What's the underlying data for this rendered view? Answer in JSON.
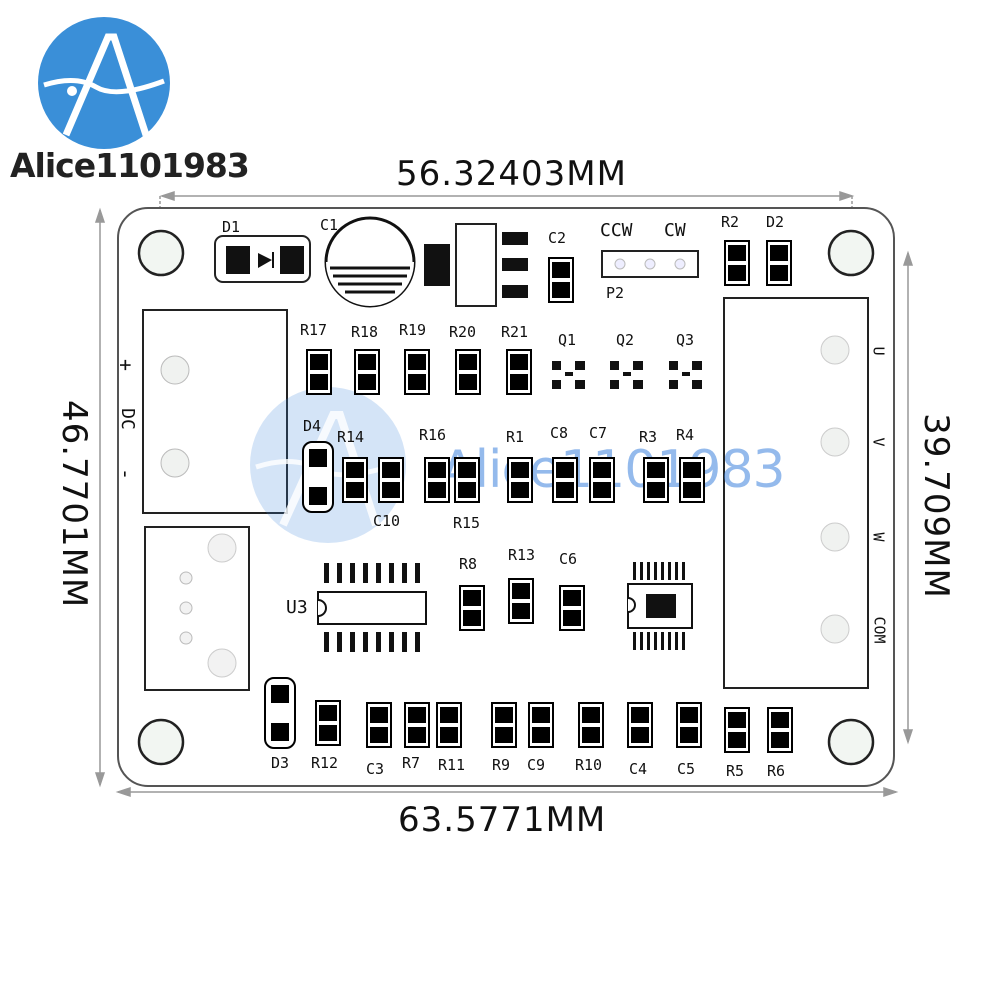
{
  "watermark": {
    "brand": "Alice1101983"
  },
  "dimensions": {
    "top": "56.32403MM",
    "bottom": "63.5771MM",
    "left": "46.7701MM",
    "right": "39.709MM"
  },
  "board": {
    "power_plus": "+",
    "power_label": "DC",
    "power_minus": "-",
    "pot_ccw": "CCW",
    "pot_cw": "CW",
    "output_labels": [
      "U",
      "V",
      "W",
      "COM"
    ],
    "designators": {
      "D1": "D1",
      "C1": "C1",
      "C2": "C2",
      "P2": "P2",
      "R2": "R2",
      "D2": "D2",
      "R17": "R17",
      "R18": "R18",
      "R19": "R19",
      "R20": "R20",
      "R21": "R21",
      "Q1": "Q1",
      "Q2": "Q2",
      "Q3": "Q3",
      "D4": "D4",
      "R14": "R14",
      "R16": "R16",
      "R1": "R1",
      "C8": "C8",
      "C7": "C7",
      "R3": "R3",
      "R4": "R4",
      "C10": "C10",
      "R15": "R15",
      "R8": "R8",
      "R13": "R13",
      "C6": "C6",
      "U3": "U3",
      "D3": "D3",
      "R12": "R12",
      "C3": "C3",
      "R7": "R7",
      "R11": "R11",
      "R9": "R9",
      "C9": "C9",
      "R10": "R10",
      "C4": "C4",
      "C5": "C5",
      "R5": "R5",
      "R6": "R6"
    }
  }
}
